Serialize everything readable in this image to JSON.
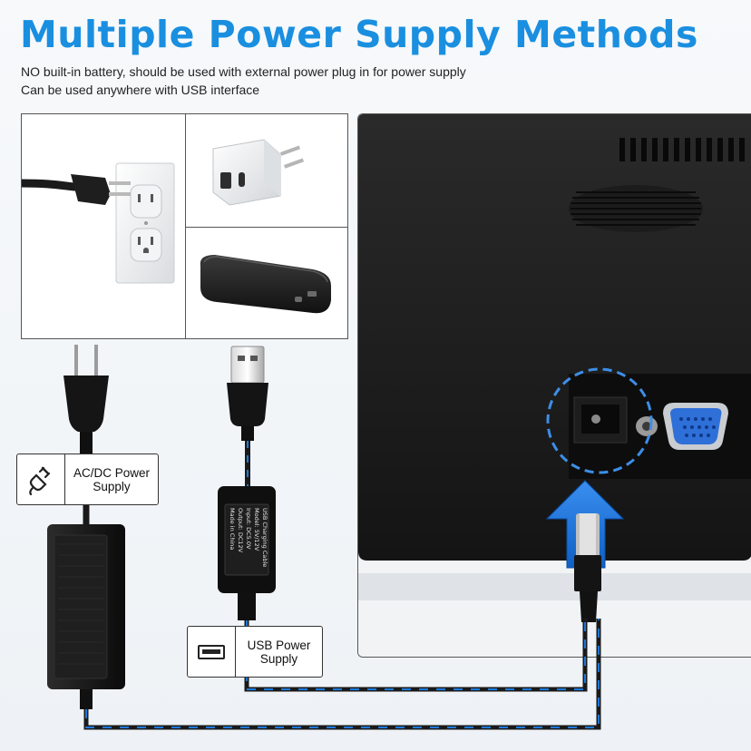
{
  "header": {
    "title": "Multiple Power Supply Methods",
    "line1": "NO built-in battery, should be used with external power plug in for power supply",
    "line2": "Can be used anywhere with USB interface"
  },
  "labels": {
    "ac_dc_line1": "AC/DC Power",
    "ac_dc_line2": "Supply",
    "usb_line1": "USB Power",
    "usb_line2": "Supply"
  },
  "converter_text": [
    "USB Charging Cable",
    "Model: 5V/12V",
    "Input: DC5.0V",
    "Output: DC12V",
    "Made in China"
  ],
  "colors": {
    "accent": "#1a8fe0",
    "arrow": "#1e7fe0",
    "highlight_circle": "#3d8ee8"
  }
}
